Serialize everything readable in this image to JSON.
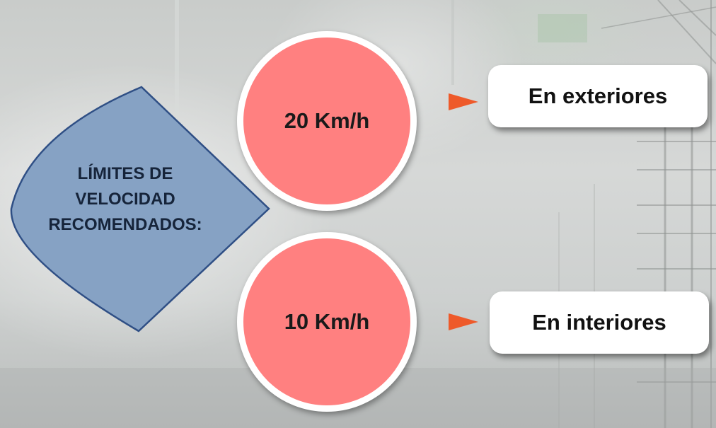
{
  "diagram": {
    "left_label": {
      "lines": [
        "LÍMITES DE",
        "VELOCIDAD",
        "RECOMENDADOS:"
      ]
    },
    "top_branch": {
      "speed": "20 Km/h",
      "location": "En exteriores"
    },
    "bottom_branch": {
      "speed": "10 Km/h",
      "location": "En interiores"
    }
  },
  "colors": {
    "left_shape_fill": "#86a2c4",
    "left_shape_stroke": "#2f4f85",
    "circle_fill": "#ff8080",
    "circle_border": "#ffffff",
    "arrow": "#ee5a2a",
    "box_fill": "#ffffff",
    "label_text": "#16243a"
  }
}
